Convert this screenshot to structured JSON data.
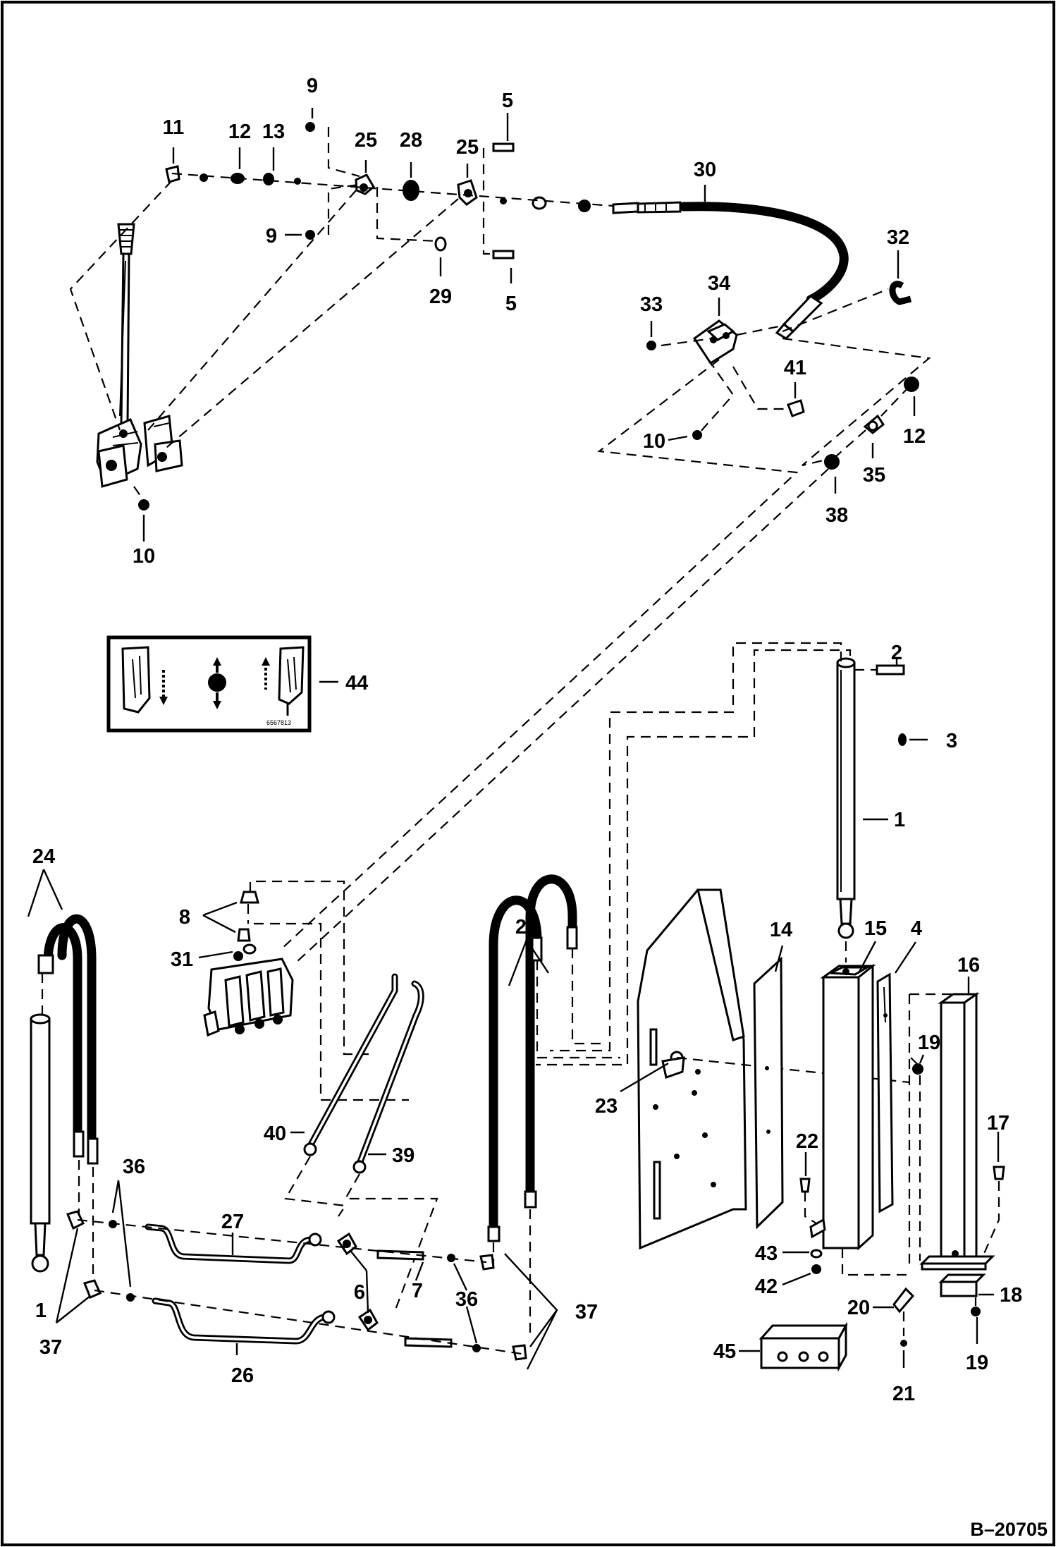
{
  "diagram": {
    "document_id": "B–20705",
    "decal_code": "6567813",
    "callouts": [
      {
        "id": "c9a",
        "text": "9"
      },
      {
        "id": "c11",
        "text": "11"
      },
      {
        "id": "c12a",
        "text": "12"
      },
      {
        "id": "c13",
        "text": "13"
      },
      {
        "id": "c25a",
        "text": "25"
      },
      {
        "id": "c28",
        "text": "28"
      },
      {
        "id": "c25b",
        "text": "25"
      },
      {
        "id": "c5a",
        "text": "5"
      },
      {
        "id": "c30",
        "text": "30"
      },
      {
        "id": "c9b",
        "text": "9"
      },
      {
        "id": "c29",
        "text": "29"
      },
      {
        "id": "c5b",
        "text": "5"
      },
      {
        "id": "c32",
        "text": "32"
      },
      {
        "id": "c33",
        "text": "33"
      },
      {
        "id": "c34",
        "text": "34"
      },
      {
        "id": "c41",
        "text": "41"
      },
      {
        "id": "c10a",
        "text": "10"
      },
      {
        "id": "c12b",
        "text": "12"
      },
      {
        "id": "c35",
        "text": "35"
      },
      {
        "id": "c38",
        "text": "38"
      },
      {
        "id": "c10b",
        "text": "10"
      },
      {
        "id": "c44",
        "text": "44"
      },
      {
        "id": "c2",
        "text": "2"
      },
      {
        "id": "c3",
        "text": "3"
      },
      {
        "id": "c1a",
        "text": "1"
      },
      {
        "id": "c24a",
        "text": "24"
      },
      {
        "id": "c8",
        "text": "8"
      },
      {
        "id": "c31",
        "text": "31"
      },
      {
        "id": "c24b",
        "text": "24"
      },
      {
        "id": "c14",
        "text": "14"
      },
      {
        "id": "c15",
        "text": "15"
      },
      {
        "id": "c4",
        "text": "4"
      },
      {
        "id": "c16",
        "text": "16"
      },
      {
        "id": "c19a",
        "text": "19"
      },
      {
        "id": "c23",
        "text": "23"
      },
      {
        "id": "c40",
        "text": "40"
      },
      {
        "id": "c39",
        "text": "39"
      },
      {
        "id": "c17",
        "text": "17"
      },
      {
        "id": "c22",
        "text": "22"
      },
      {
        "id": "c36a",
        "text": "36"
      },
      {
        "id": "c27",
        "text": "27"
      },
      {
        "id": "c43",
        "text": "43"
      },
      {
        "id": "c42",
        "text": "42"
      },
      {
        "id": "c6",
        "text": "6"
      },
      {
        "id": "c7",
        "text": "7"
      },
      {
        "id": "c36b",
        "text": "36"
      },
      {
        "id": "c37a",
        "text": "37"
      },
      {
        "id": "c18",
        "text": "18"
      },
      {
        "id": "c20",
        "text": "20"
      },
      {
        "id": "c1b",
        "text": "1"
      },
      {
        "id": "c37b",
        "text": "37"
      },
      {
        "id": "c26",
        "text": "26"
      },
      {
        "id": "c45",
        "text": "45"
      },
      {
        "id": "c21",
        "text": "21"
      },
      {
        "id": "c19b",
        "text": "19"
      }
    ]
  }
}
